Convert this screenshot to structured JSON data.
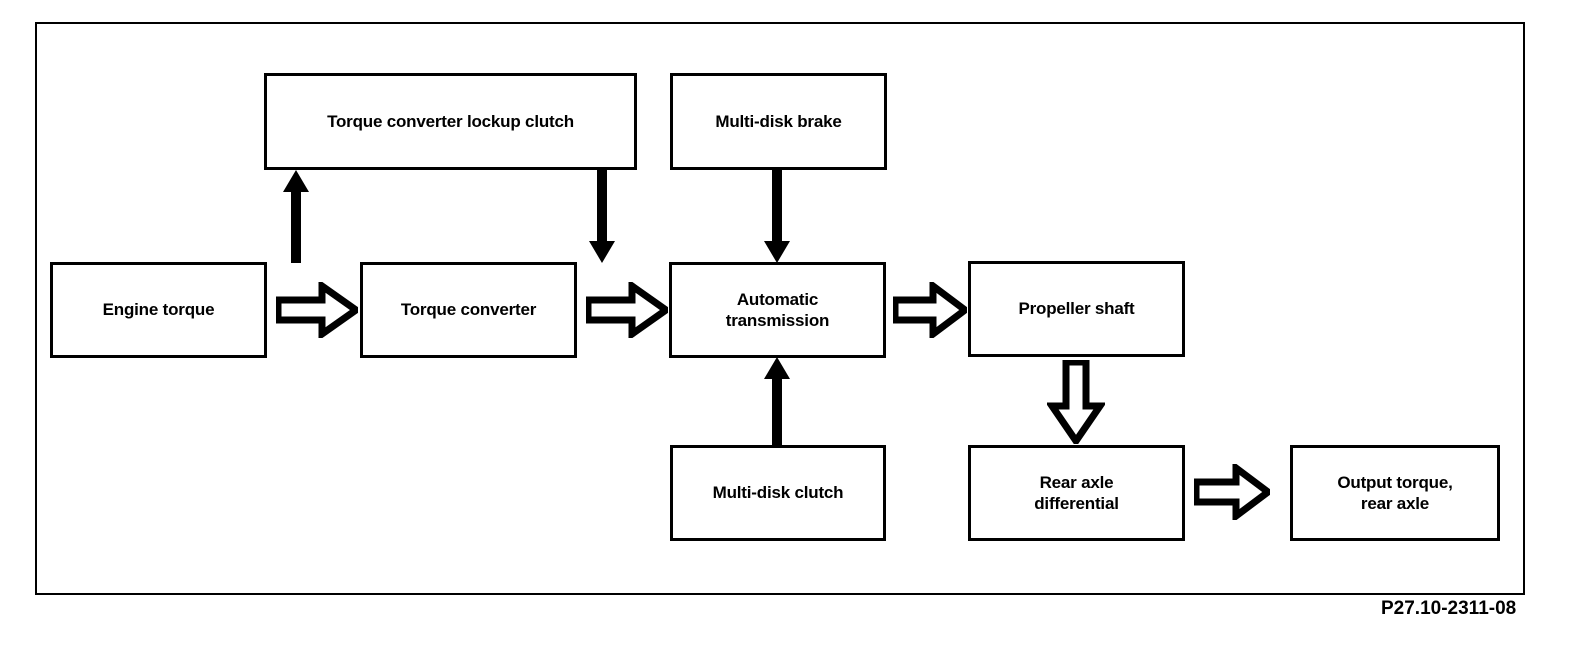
{
  "figure": {
    "caption": "P27.10-2311-08",
    "frame_color": "#000000",
    "box_border_color": "#000000",
    "box_fill_color": "#ffffff",
    "text_color": "#000000"
  },
  "nodes": {
    "engine_torque": "Engine torque",
    "lockup_clutch": "Torque converter lockup clutch",
    "torque_converter": "Torque converter",
    "multi_disk_brake": "Multi-disk brake",
    "automatic_transmission": "Automatic\ntransmission",
    "multi_disk_clutch": "Multi-disk clutch",
    "propeller_shaft": "Propeller shaft",
    "rear_axle_differential": "Rear axle\ndifferential",
    "output_torque": "Output torque,\nrear axle"
  },
  "arrows": [
    {
      "name": "engine-to-converter",
      "from": "engine_torque",
      "to": "torque_converter",
      "style": "hollow",
      "direction": "right"
    },
    {
      "name": "converter-to-lockup",
      "from": "torque_converter",
      "to": "lockup_clutch",
      "style": "solid",
      "direction": "up"
    },
    {
      "name": "lockup-to-converter",
      "from": "lockup_clutch",
      "to": "torque_converter",
      "style": "solid",
      "direction": "down"
    },
    {
      "name": "converter-to-transmission",
      "from": "torque_converter",
      "to": "automatic_transmission",
      "style": "hollow",
      "direction": "right"
    },
    {
      "name": "brake-to-transmission",
      "from": "multi_disk_brake",
      "to": "automatic_transmission",
      "style": "solid",
      "direction": "down"
    },
    {
      "name": "clutch-to-transmission",
      "from": "multi_disk_clutch",
      "to": "automatic_transmission",
      "style": "solid",
      "direction": "up"
    },
    {
      "name": "transmission-to-propeller",
      "from": "automatic_transmission",
      "to": "propeller_shaft",
      "style": "hollow",
      "direction": "right"
    },
    {
      "name": "propeller-to-rear-axle",
      "from": "propeller_shaft",
      "to": "rear_axle_differential",
      "style": "hollow",
      "direction": "down"
    },
    {
      "name": "rear-axle-to-output",
      "from": "rear_axle_differential",
      "to": "output_torque",
      "style": "hollow",
      "direction": "right"
    }
  ]
}
